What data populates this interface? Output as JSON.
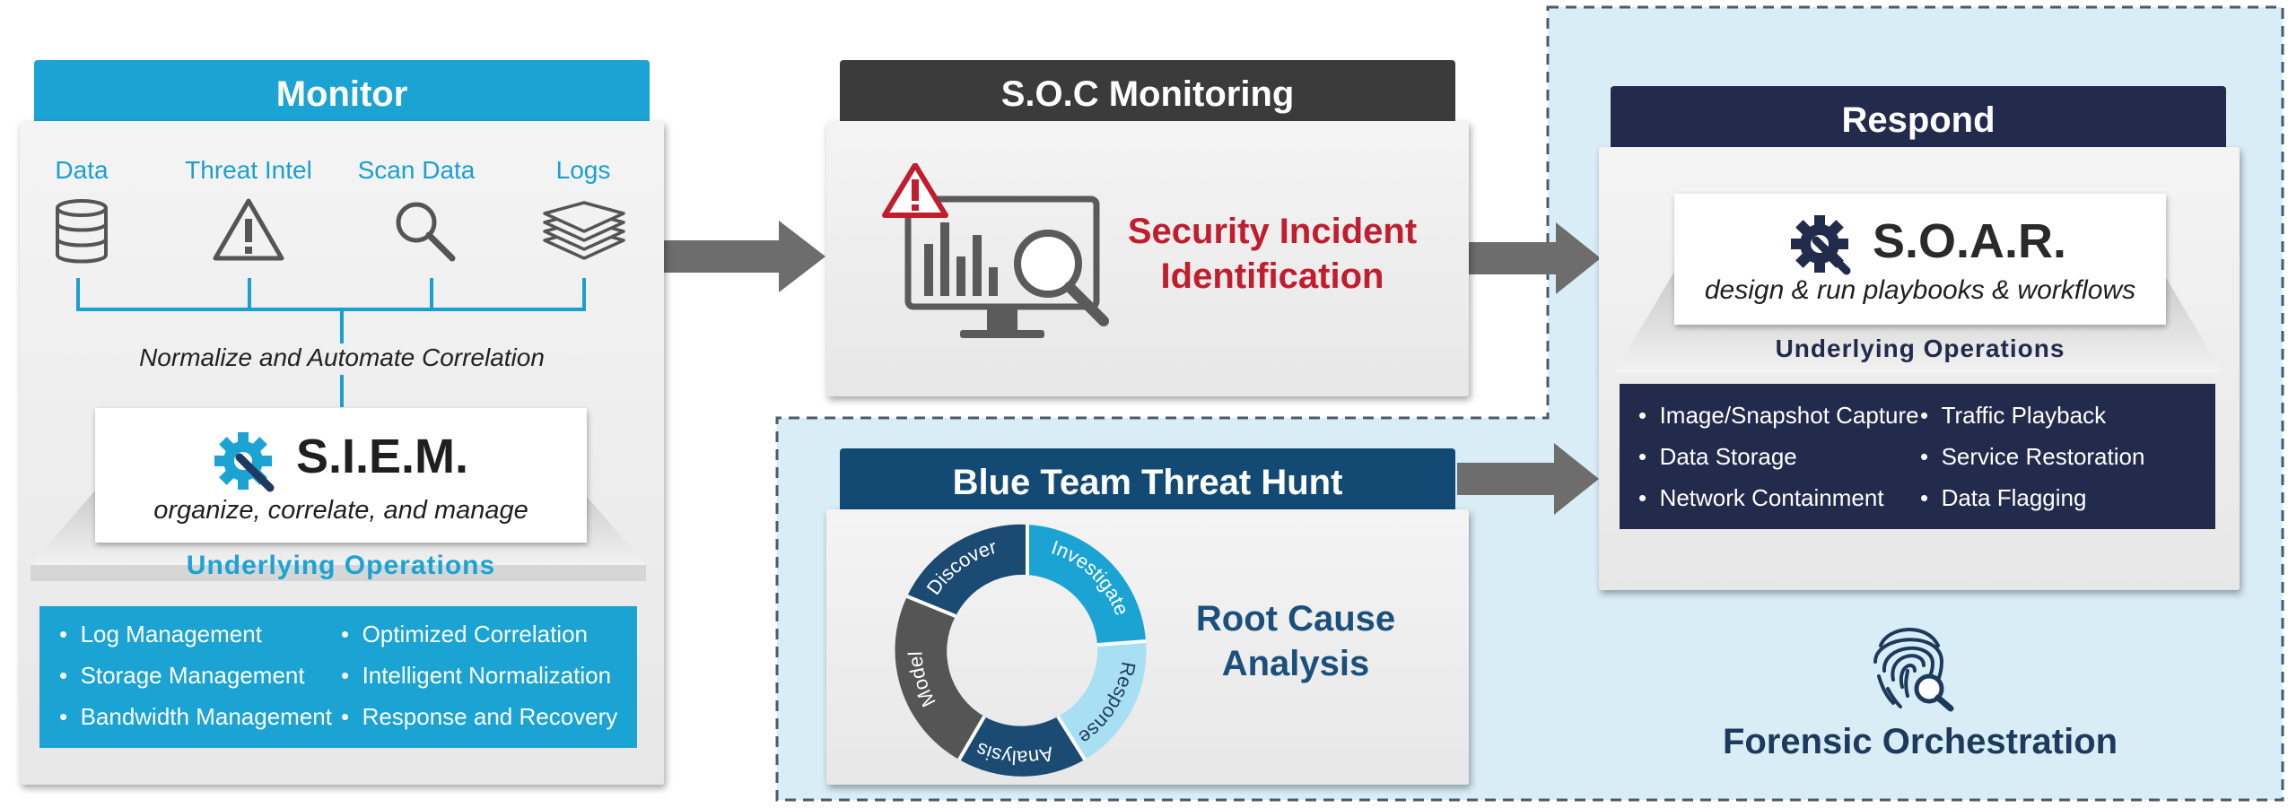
{
  "monitor": {
    "header": "Monitor",
    "sources": [
      {
        "label": "Data",
        "icon": "database-icon"
      },
      {
        "label": "Threat Intel",
        "icon": "warning-icon"
      },
      {
        "label": "Scan Data",
        "icon": "search-icon"
      },
      {
        "label": "Logs",
        "icon": "layers-icon"
      }
    ],
    "note": "Normalize and Automate Correlation",
    "siem_title": "S.I.E.M.",
    "siem_sub": "organize, correlate, and manage",
    "ops_label": "Underlying Operations",
    "ops_left": [
      "Log Management",
      "Storage Management",
      "Bandwidth Management"
    ],
    "ops_right": [
      "Optimized Correlation",
      "Intelligent Normalization",
      "Response and Recovery"
    ]
  },
  "soc": {
    "header": "S.O.C Monitoring",
    "title_line1": "Security Incident",
    "title_line2": "Identification"
  },
  "hunt": {
    "header": "Blue Team Threat Hunt",
    "cycle": [
      "Discover",
      "Investigate",
      "Response",
      "Analysis",
      "Model"
    ],
    "title_line1": "Root Cause",
    "title_line2": "Analysis"
  },
  "respond": {
    "header": "Respond",
    "soar_title": "S.O.A.R.",
    "soar_sub": "design & run playbooks & workflows",
    "ops_label": "Underlying Operations",
    "ops_left": [
      "Image/Snapshot Capture",
      "Data Storage",
      "Network Containment"
    ],
    "ops_right": [
      "Traffic Playback",
      "Service Restoration",
      "Data Flagging"
    ]
  },
  "forensic": {
    "label": "Forensic Orchestration",
    "icon": "fingerprint-search-icon"
  },
  "colors": {
    "cyan": "#1aa3d3",
    "dark_gray": "#3b3b3b",
    "navy": "#232b4d",
    "blue_team": "#134a74",
    "red": "#c01e2e",
    "light_blue_bg": "#d8ecf6"
  }
}
